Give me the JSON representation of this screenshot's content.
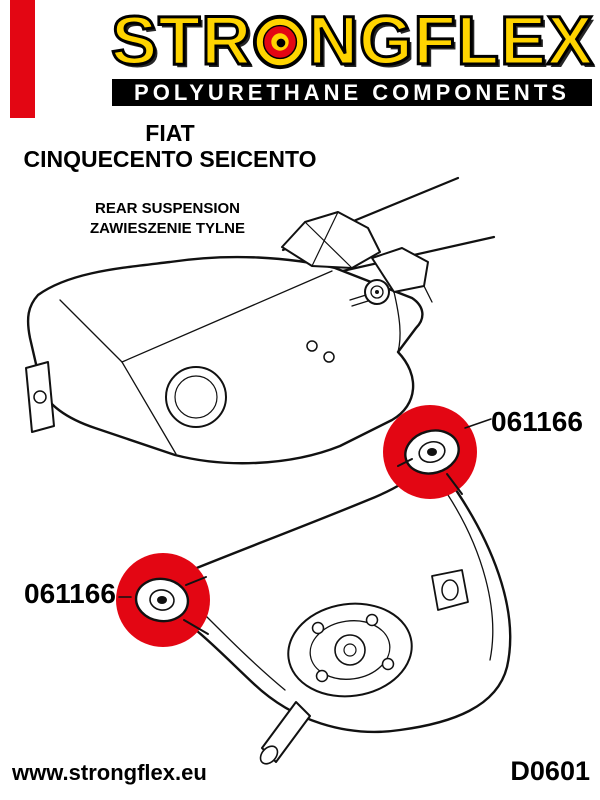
{
  "brand": {
    "logo_prefix": "STR",
    "logo_suffix": "NGFLEX",
    "tagline": "POLYURETHANE COMPONENTS",
    "colors": {
      "red": "#E30613",
      "yellow": "#FFD400",
      "black": "#000000"
    }
  },
  "vehicle": {
    "make": "FIAT",
    "model": "CINQUECENTO SEICENTO"
  },
  "section": {
    "title_en": "REAR SUSPENSION",
    "title_pl": "ZAWIESZENIE TYLNE"
  },
  "parts": {
    "upper_bushing": {
      "number": "061166"
    },
    "lower_bushing": {
      "number": "061166"
    }
  },
  "footer": {
    "website": "www.strongflex.eu",
    "diagram_code": "D0601"
  }
}
